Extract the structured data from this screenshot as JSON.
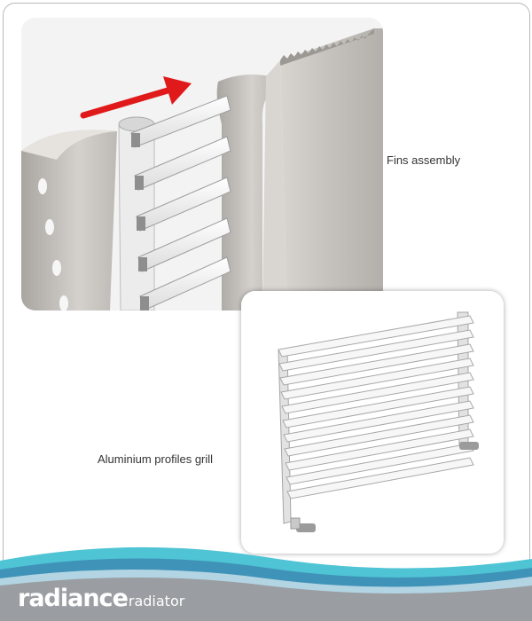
{
  "captions": {
    "fins": "Fins assembly",
    "grill": "Aluminium profiles grill"
  },
  "brand": {
    "name": "radiance",
    "suffix": "radiator"
  },
  "colors": {
    "arrow": "#e0191b",
    "wave_teal": "#4fc4d4",
    "wave_blue": "#3f93b8",
    "footer_gray": "#9a9ea2",
    "panel_gray": "#c9c6c2"
  }
}
